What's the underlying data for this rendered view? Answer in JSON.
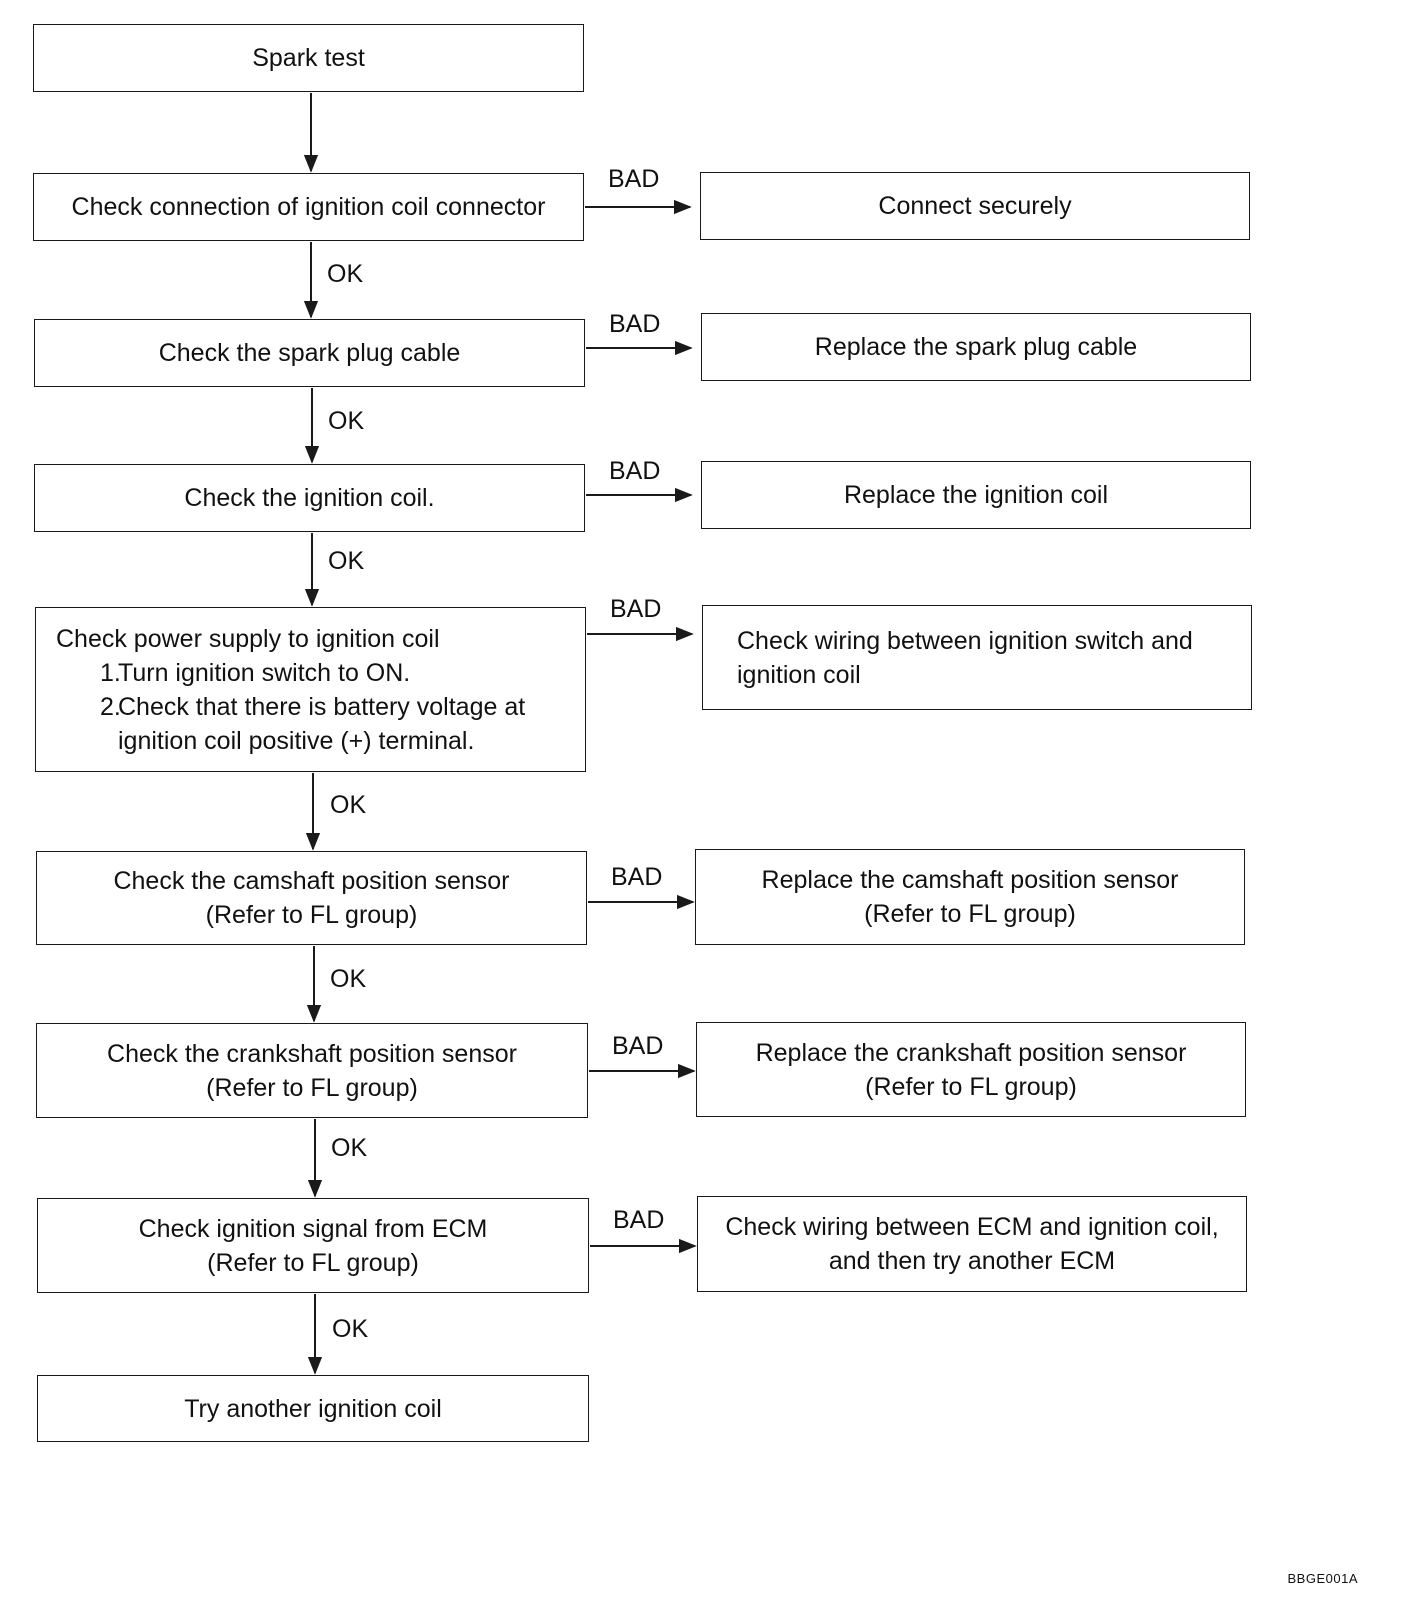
{
  "flowchart": {
    "start": "Spark test",
    "steps": [
      {
        "check": "Check connection of ignition coil connector",
        "bad_action": "Connect securely"
      },
      {
        "check": "Check the spark plug cable",
        "bad_action": "Replace the spark plug cable"
      },
      {
        "check": "Check the ignition coil.",
        "bad_action": "Replace the ignition coil"
      },
      {
        "check": "Check power supply to ignition coil",
        "substeps": [
          {
            "num": "1.",
            "text": "Turn ignition switch to ON."
          },
          {
            "num": "2.",
            "text": "Check that there is battery voltage at ignition coil positive (+) terminal."
          }
        ],
        "bad_action": "Check wiring between ignition switch and ignition coil"
      },
      {
        "check": "Check the camshaft position sensor",
        "check_note": "(Refer to FL group)",
        "bad_action": "Replace the camshaft position sensor",
        "bad_note": "(Refer to FL group)"
      },
      {
        "check": "Check the crankshaft position sensor",
        "check_note": "(Refer to FL group)",
        "bad_action": "Replace the crankshaft position sensor",
        "bad_note": "(Refer to FL group)"
      },
      {
        "check": "Check ignition signal from ECM",
        "check_note": "(Refer to FL group)",
        "bad_action": "Check wiring between ECM and ignition coil,",
        "bad_note": "and then try another ECM"
      }
    ],
    "end": "Try another ignition coil",
    "ok_label": "OK",
    "bad_label": "BAD"
  },
  "figure_code": "BBGE001A"
}
